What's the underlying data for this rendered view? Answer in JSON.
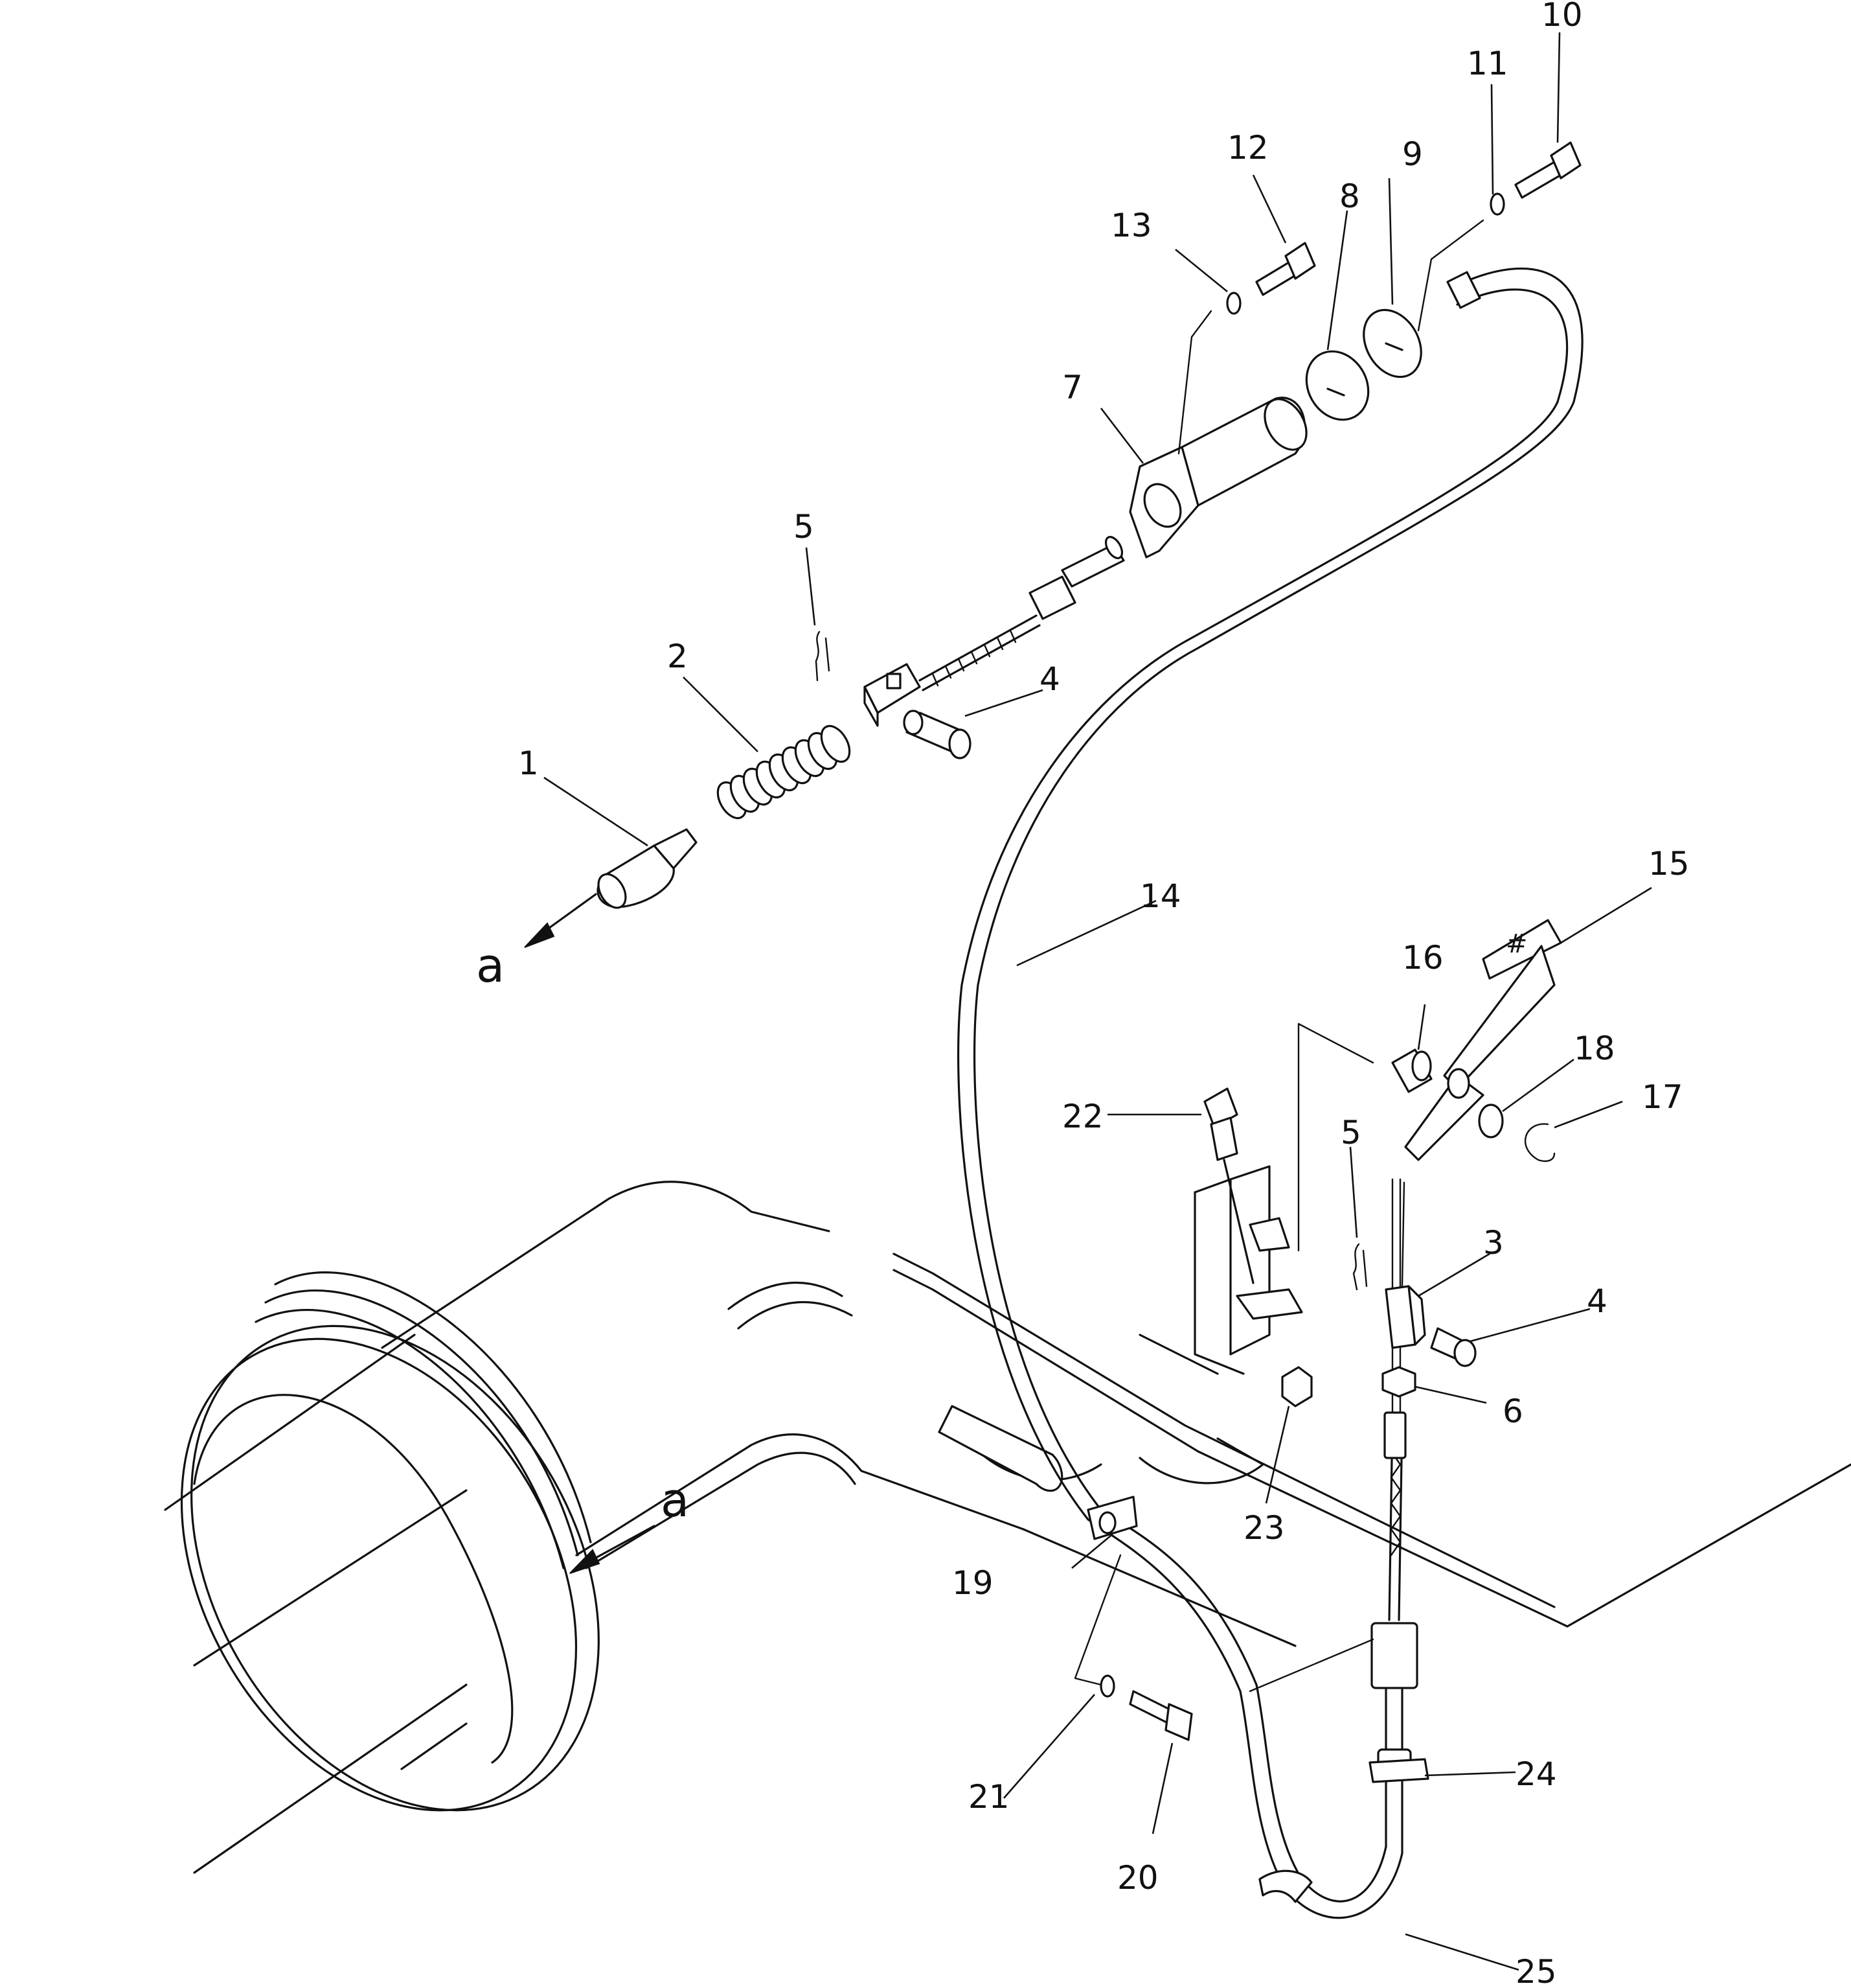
{
  "callouts": [
    {
      "id": "c1",
      "text": "1"
    },
    {
      "id": "c2",
      "text": "2"
    },
    {
      "id": "c3",
      "text": "3"
    },
    {
      "id": "c4a",
      "text": "4"
    },
    {
      "id": "c4b",
      "text": "4"
    },
    {
      "id": "c5a",
      "text": "5"
    },
    {
      "id": "c5b",
      "text": "5"
    },
    {
      "id": "c6",
      "text": "6"
    },
    {
      "id": "c7",
      "text": "7"
    },
    {
      "id": "c8",
      "text": "8"
    },
    {
      "id": "c9",
      "text": "9"
    },
    {
      "id": "c10",
      "text": "10"
    },
    {
      "id": "c11",
      "text": "11"
    },
    {
      "id": "c12",
      "text": "12"
    },
    {
      "id": "c13",
      "text": "13"
    },
    {
      "id": "c14",
      "text": "14"
    },
    {
      "id": "c15",
      "text": "15"
    },
    {
      "id": "c16",
      "text": "16"
    },
    {
      "id": "c17",
      "text": "17"
    },
    {
      "id": "c18",
      "text": "18"
    },
    {
      "id": "c19",
      "text": "19"
    },
    {
      "id": "c20",
      "text": "20"
    },
    {
      "id": "c21",
      "text": "21"
    },
    {
      "id": "c22",
      "text": "22"
    },
    {
      "id": "c23",
      "text": "23"
    },
    {
      "id": "c24",
      "text": "24"
    },
    {
      "id": "c25",
      "text": "25"
    }
  ],
  "references": {
    "upper_a": "a",
    "lower_a": "a"
  },
  "pedal_mark": "#"
}
